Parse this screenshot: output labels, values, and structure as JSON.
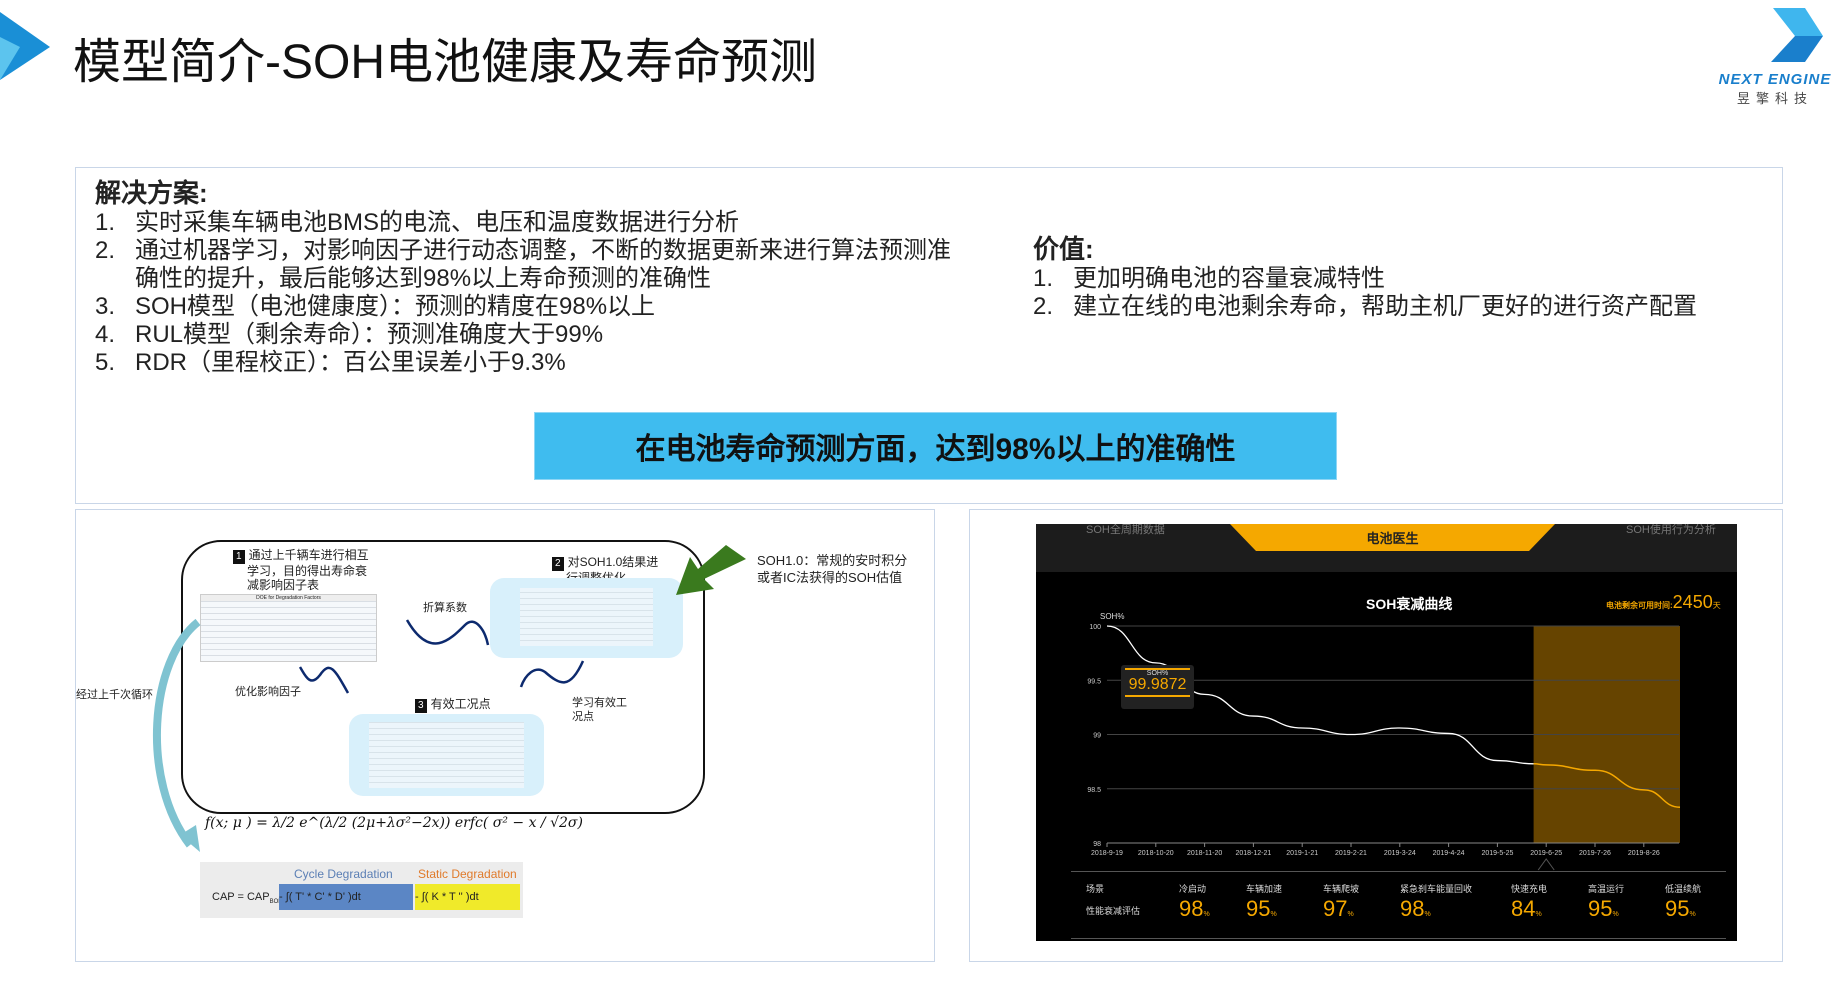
{
  "header": {
    "title": "模型简介-SOH电池健康及寿命预测",
    "logo": {
      "brand": "NEXT ENGINE",
      "brand_cn": "昱擎科技"
    }
  },
  "solution": {
    "heading": "解决方案:",
    "items": [
      {
        "n": "1.",
        "text": "实时采集车辆电池BMS的电流、电压和温度数据进行分析"
      },
      {
        "n": "2.",
        "text": "通过机器学习，对影响因子进行动态调整，不断的数据更新来进行算法预测准",
        "text2": "确性的提升，最后能够达到98%以上寿命预测的准确性"
      },
      {
        "n": "3.",
        "text": "SOH模型（电池健康度）：预测的精度在98%以上"
      },
      {
        "n": "4.",
        "text": "RUL模型（剩余寿命）：预测准确度大于99%"
      },
      {
        "n": "5.",
        "text": "RDR（里程校正）：百公里误差小于9.3%"
      }
    ]
  },
  "value": {
    "heading": "价值:",
    "items": [
      {
        "n": "1.",
        "text": "更加明确电池的容量衰减特性"
      },
      {
        "n": "2.",
        "text": "建立在线的电池剩余寿命，帮助主机厂更好的进行资产配置"
      }
    ]
  },
  "banner": {
    "text": "在电池寿命预测方面，达到98%以上的准确性",
    "color": "#3fbcef"
  },
  "diagram": {
    "step1": {
      "num": "1",
      "text": [
        "通过上千辆车进行相互",
        "学习，目的得出寿命衰",
        "减影响因子表"
      ],
      "table_title": "DOE for Degradation Factors"
    },
    "step2": {
      "num": "2",
      "text": [
        "对SOH1.0结果进",
        "行调整优化"
      ]
    },
    "step3": {
      "num": "3",
      "text": "有效工况点"
    },
    "label_conversion": "折算系数",
    "label_optimize": "优化影响因子",
    "label_learn": [
      "学习有效工",
      "况点"
    ],
    "label_loop": "经过上千次循环",
    "soh10_note": [
      "SOH1.0：常规的安时积分",
      "或者IC法获得的SOH估值"
    ],
    "formula1": "f(x; μ    ) = λ/2 e^(λ/2 (2μ+λσ²−2x)) erfc(     σ² − x / √2σ)",
    "cycle_label": "Cycle Degradation",
    "static_label": "Static Degradation",
    "cap_prefix": "CAP = CAP",
    "cap_sub": "BOL",
    "cap_cycle": "- ∫(        T' * C' * D' )dt",
    "cap_static": "- ∫( K * T        '' )dt",
    "colors": {
      "cycle": "#5b86c5",
      "static": "#f0ea2a",
      "arrow_green": "#3a7a1e",
      "arrow_teal": "#7fc3d1"
    }
  },
  "dashboard": {
    "tabs": [
      "SOH全周期数据",
      "电池医生",
      "SOH使用行为分析"
    ],
    "chart_title": "SOH衰减曲线",
    "remaining_label": "电池剩余可用时间:",
    "remaining_value": "2450",
    "remaining_unit": "天",
    "tooltip": {
      "label": "SOH%",
      "value": "99.9872"
    },
    "scenes_label": "场景",
    "eval_label": "性能衰减评估",
    "scenes": [
      {
        "name": "冷启动",
        "value": "98"
      },
      {
        "name": "车辆加速",
        "value": "95"
      },
      {
        "name": "车辆爬坡",
        "value": "97"
      },
      {
        "name": "紧急刹车能量回收",
        "value": "98"
      },
      {
        "name": "快速充电",
        "value": "84"
      },
      {
        "name": "高温运行",
        "value": "95"
      },
      {
        "name": "低温续航",
        "value": "95"
      }
    ],
    "unit": "%",
    "accent": "#f5a800"
  },
  "chart_data": {
    "type": "line",
    "title": "SOH衰减曲线",
    "ylabel": "SOH%",
    "ylim": [
      98,
      100
    ],
    "yticks": [
      "100",
      "99.5",
      "99",
      "98.5",
      "98"
    ],
    "xticks": [
      "2018-9-19",
      "2018-10-20",
      "2018-11-20",
      "2018-12-21",
      "2019-1-21",
      "2019-2-21",
      "2019-3-24",
      "2019-4-24",
      "2019-5-25",
      "2019-6-25",
      "2019-7-26",
      "2019-8-26"
    ],
    "grid": true,
    "forecast_start": "2019-6-17",
    "points": [
      [
        "2018-9-19",
        100
      ],
      [
        "2018-10-20",
        99.66
      ],
      [
        "2018-11-20",
        99.37
      ],
      [
        "2018-12-21",
        99.17
      ],
      [
        "2019-1-21",
        99.06
      ],
      [
        "2019-2-21",
        99.0
      ],
      [
        "2019-3-24",
        99.06
      ],
      [
        "2019-4-24",
        99.01
      ],
      [
        "2019-5-25",
        98.76
      ],
      [
        "2019-6-17",
        98.73
      ],
      [
        "2019-6-25",
        98.72
      ],
      [
        "2019-7-26",
        98.67
      ],
      [
        "2019-8-26",
        98.49
      ],
      [
        "2019-9-18",
        98.33
      ]
    ],
    "colors": {
      "history": "#ffffff",
      "forecast": "#f5a800",
      "forecast_band": "#664400"
    }
  }
}
